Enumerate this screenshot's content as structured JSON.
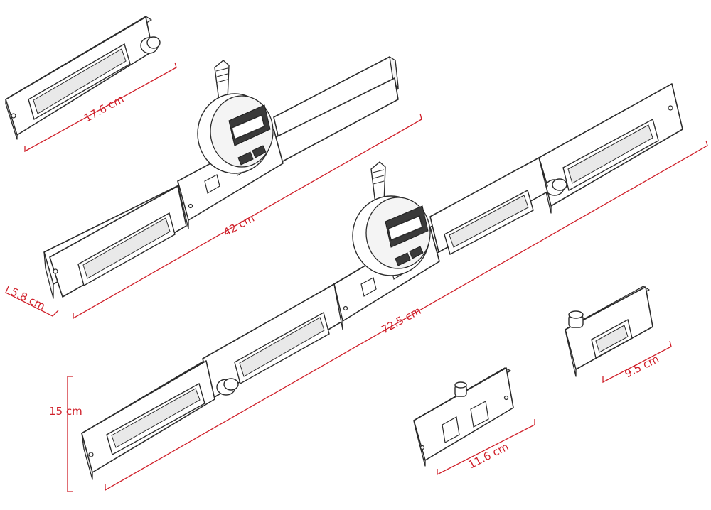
{
  "dimensions": {
    "short_rail_length": "17.6 cm",
    "medium_rail_length": "42 cm",
    "rail_width": "5.8 cm",
    "long_rail_length": "72.5 cm",
    "height": "15 cm",
    "bridge_block_length": "11.6 cm",
    "small_block_length": "9.5 cm"
  },
  "colors": {
    "dimension_red": "#d0202a",
    "line_dark": "#2b2b2b"
  }
}
